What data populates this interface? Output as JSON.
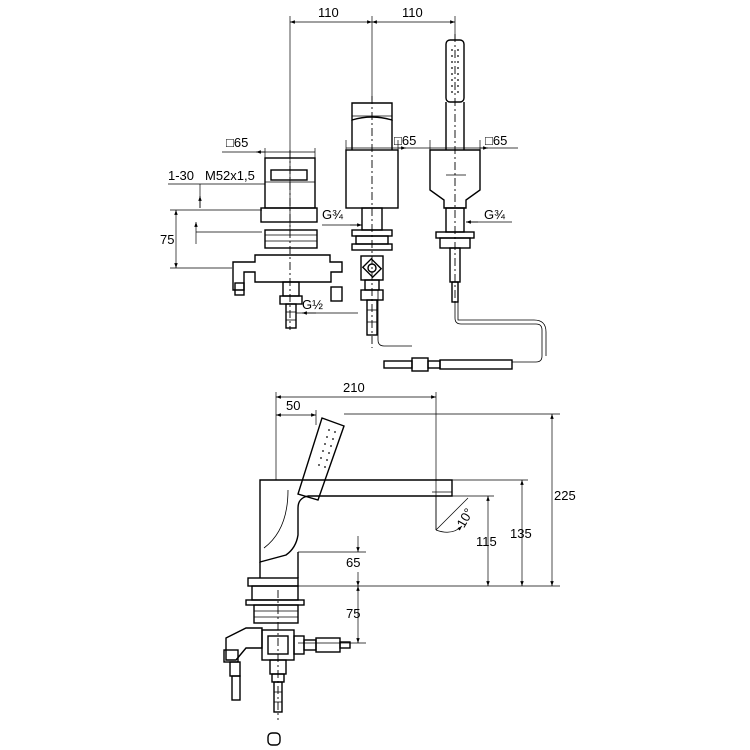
{
  "top_view": {
    "spacing_left": "110",
    "spacing_right": "110",
    "square_mixer": "□65",
    "square_spout": "□65",
    "square_handshower": "□65",
    "clamp_range": "1-30",
    "thread_main": "M52x1,5",
    "height_below_deck": "75",
    "thread_spout": "G¾",
    "thread_handshower": "G¾",
    "thread_inlet": "G½"
  },
  "side_view": {
    "total_width": "210",
    "handshower_offset": "50",
    "total_height": "225",
    "spout_height": "135",
    "outlet_height": "115",
    "base_height": "65",
    "below_deck": "75",
    "spout_angle": "10°"
  }
}
